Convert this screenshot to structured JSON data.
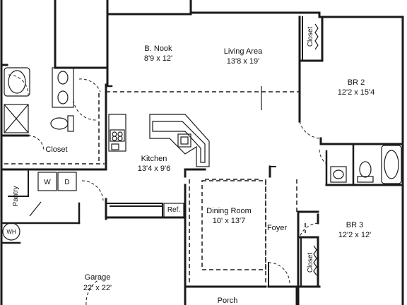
{
  "rooms": {
    "breakfast_nook": {
      "name": "B. Nook",
      "size": "8'9 x 12'"
    },
    "living_area": {
      "name": "Living Area",
      "size": "13'8 x 19'"
    },
    "bedroom2": {
      "name": "BR 2",
      "size": "12'2 x 15'4"
    },
    "closet_br2": {
      "name": "Closet"
    },
    "master_closet": {
      "name": "Closet"
    },
    "kitchen": {
      "name": "Kitchen",
      "size": "13'4 x 9'6"
    },
    "washer": {
      "name": "W"
    },
    "dryer": {
      "name": "D"
    },
    "pantry": {
      "name": "Pantry"
    },
    "water_heater": {
      "name": "WH"
    },
    "refrigerator": {
      "name": "Ref."
    },
    "dining_room": {
      "name": "Dining Room",
      "size": "10' x 13'7"
    },
    "foyer": {
      "name": "Foyer"
    },
    "bedroom3": {
      "name": "BR 3",
      "size": "12'2 x 12'"
    },
    "closet_br3": {
      "name": "Closet"
    },
    "garage": {
      "name": "Garage",
      "size": "22' x 22'"
    },
    "porch": {
      "name": "Porch"
    }
  },
  "colors": {
    "line": "#1a1a1a",
    "fixture_fill": "#c8c8c8",
    "background": "#ffffff"
  }
}
